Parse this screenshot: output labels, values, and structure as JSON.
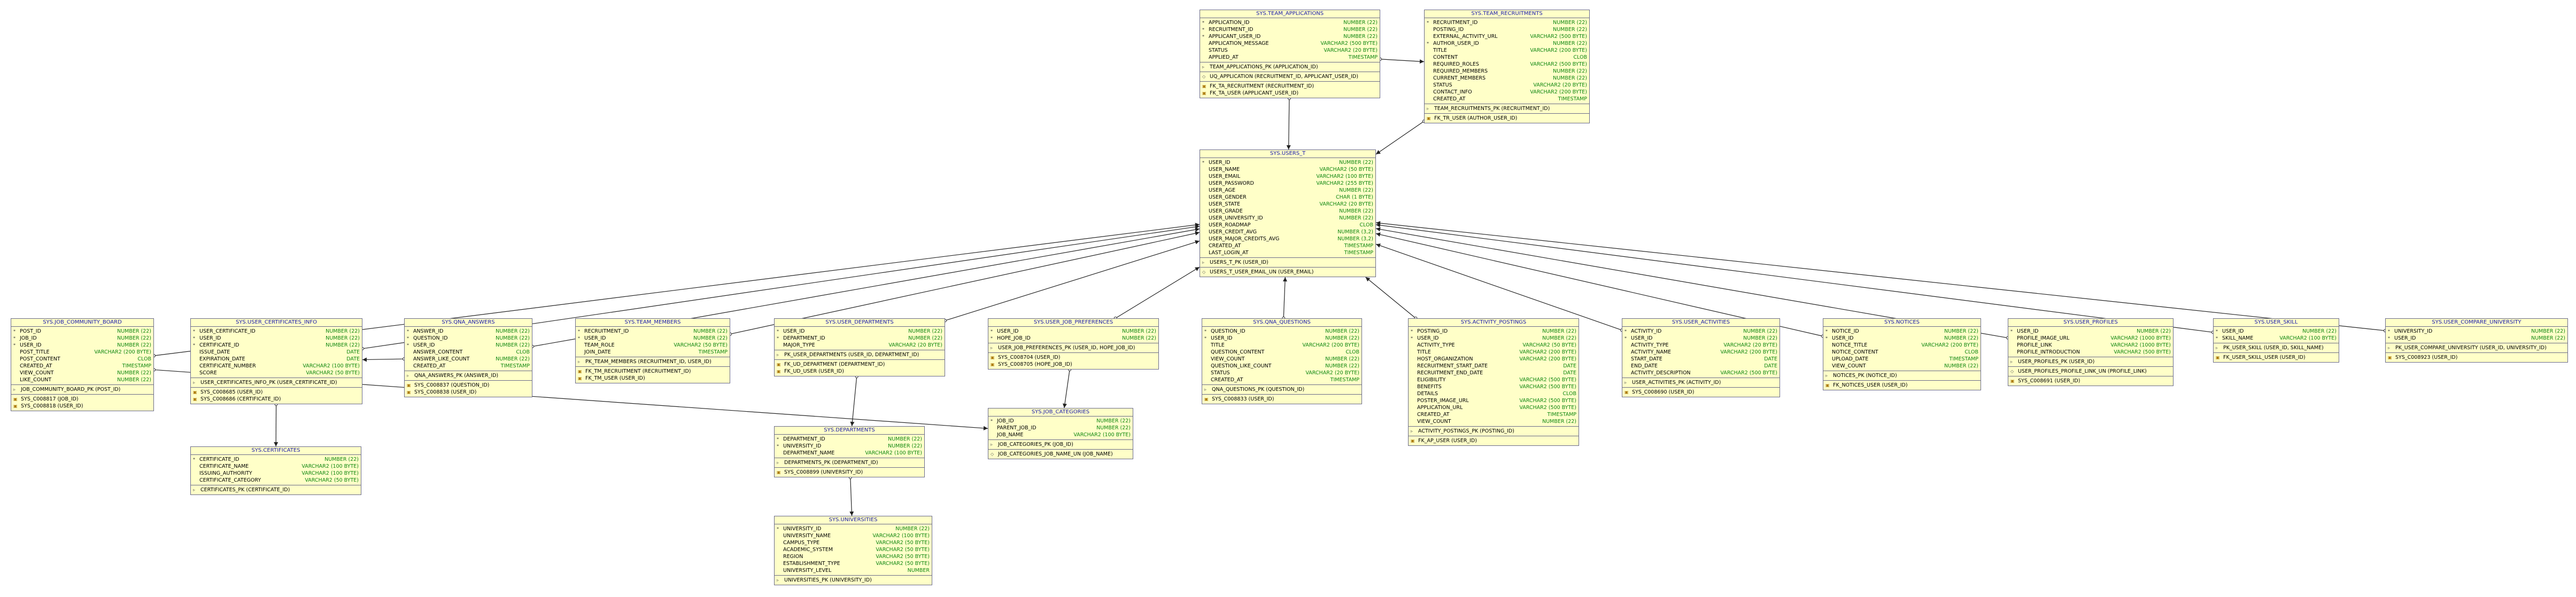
{
  "tables": [
    {
      "id": "sys_team_applications",
      "name": "SYS.TEAM_APPLICATIONS",
      "columns": [
        [
          "P",
          "APPLICATION_ID",
          "NUMBER (22)"
        ],
        [
          "F",
          "RECRUITMENT_ID",
          "NUMBER (22)"
        ],
        [
          "F",
          "APPLICANT_USER_ID",
          "NUMBER (22)"
        ],
        [
          "",
          "APPLICATION_MESSAGE",
          "VARCHAR2 (500 BYTE)"
        ],
        [
          "",
          "STATUS",
          "VARCHAR2 (20 BYTE)"
        ],
        [
          "",
          "APPLIED_AT",
          "TIMESTAMP"
        ]
      ],
      "pks": [
        "TEAM_APPLICATIONS_PK (APPLICATION_ID)"
      ],
      "fks": [
        "FK_TA_RECRUITMENT (RECRUITMENT_ID)",
        "FK_TA_USER (APPLICANT_USER_ID)"
      ],
      "uks": [
        "UQ_APPLICATION (RECRUITMENT_ID, APPLICANT_USER_ID)"
      ],
      "pks2": [
        "UQ_APPLICATION (RECRUITMENT_ID, APPLICANT_USER_ID)"
      ],
      "fkIdx": [
        "FK_TA_RECRUITMENT (RECRUITMENT_ID)",
        "FK_TA_USER (APPLICANT_USER_ID)"
      ],
      "uqIdx": [
        "UQ_APPLICATION (RECRUITMENT_ID, APPLICANT_USER_ID)"
      ]
    },
    {
      "id": "sys_team_recruitments",
      "name": "SYS.TEAM_RECRUITMENTS",
      "columns": [
        [
          "P",
          "RECRUITMENT_ID",
          "NUMBER (22)"
        ],
        [
          "",
          "POSTING_ID",
          "NUMBER (22)"
        ],
        [
          "",
          "EXTERNAL_ACTIVITY_URL",
          "VARCHAR2 (500 BYTE)"
        ],
        [
          "F",
          "AUTHOR_USER_ID",
          "NUMBER (22)"
        ],
        [
          "",
          "TITLE",
          "VARCHAR2 (200 BYTE)"
        ],
        [
          "",
          "CONTENT",
          "CLOB"
        ],
        [
          "",
          "REQUIRED_ROLES",
          "VARCHAR2 (500 BYTE)"
        ],
        [
          "",
          "REQUIRED_MEMBERS",
          "NUMBER (22)"
        ],
        [
          "",
          "CURRENT_MEMBERS",
          "NUMBER (22)"
        ],
        [
          "",
          "STATUS",
          "VARCHAR2 (20 BYTE)"
        ],
        [
          "",
          "CONTACT_INFO",
          "VARCHAR2 (200 BYTE)"
        ],
        [
          "",
          "CREATED_AT",
          "TIMESTAMP"
        ]
      ],
      "pks": [
        "TEAM_RECRUITMENTS_PK (RECRUITMENT_ID)"
      ],
      "fks": [
        "FK_TR_USER (AUTHOR_USER_ID)"
      ]
    },
    {
      "id": "sys_users_t",
      "name": "SYS.USERS_T",
      "columns": [
        [
          "P",
          "USER_ID",
          "NUMBER (22)"
        ],
        [
          "",
          "USER_NAME",
          "VARCHAR2 (50 BYTE)"
        ],
        [
          "",
          "USER_EMAIL",
          "VARCHAR2 (100 BYTE)"
        ],
        [
          "",
          "USER_PASSWORD",
          "VARCHAR2 (255 BYTE)"
        ],
        [
          "",
          "USER_AGE",
          "NUMBER (22)"
        ],
        [
          "",
          "USER_GENDER",
          "CHAR (1 BYTE)"
        ],
        [
          "",
          "USER_STATE",
          "VARCHAR2 (20 BYTE)"
        ],
        [
          "",
          "USER_GRADE",
          "NUMBER (22)"
        ],
        [
          "",
          "USER_UNIVERSITY_ID",
          "NUMBER (22)"
        ],
        [
          "",
          "USER_ROADMAP",
          "CLOB"
        ],
        [
          "",
          "USER_CREDIT_AVG",
          "NUMBER (3,2)"
        ],
        [
          "",
          "USER_MAJOR_CREDITS_AVG",
          "NUMBER (3,2)"
        ],
        [
          "",
          "CREATED_AT",
          "TIMESTAMP"
        ],
        [
          "",
          "LAST_LOGIN_AT",
          "TIMESTAMP"
        ]
      ],
      "pks": [
        "USERS_T_PK (USER_ID)"
      ],
      "uks": [
        "USERS_T_USER_EMAIL_UN (USER_EMAIL)"
      ]
    },
    {
      "id": "sys_job_community_board",
      "name": "SYS.JOB_COMMUNITY_BOARD",
      "columns": [
        [
          "P",
          "POST_ID",
          "NUMBER (22)"
        ],
        [
          "F",
          "JOB_ID",
          "NUMBER (22)"
        ],
        [
          "F",
          "USER_ID",
          "NUMBER (22)"
        ],
        [
          "",
          "POST_TITLE",
          "VARCHAR2 (200 BYTE)"
        ],
        [
          "",
          "POST_CONTENT",
          "CLOB"
        ],
        [
          "",
          "CREATED_AT",
          "TIMESTAMP"
        ],
        [
          "",
          "VIEW_COUNT",
          "NUMBER (22)"
        ],
        [
          "",
          "LIKE_COUNT",
          "NUMBER (22)"
        ]
      ],
      "pks": [
        "JOB_COMMUNITY_BOARD_PK (POST_ID)"
      ],
      "fks": [
        "SYS_C008817 (JOB_ID)",
        "SYS_C008818 (USER_ID)"
      ]
    },
    {
      "id": "sys_user_certificates_info",
      "name": "SYS.USER_CERTIFICATES_INFO",
      "columns": [
        [
          "P",
          "USER_CERTIFICATE_ID",
          "NUMBER (22)"
        ],
        [
          "F",
          "USER_ID",
          "NUMBER (22)"
        ],
        [
          "F",
          "CERTIFICATE_ID",
          "NUMBER (22)"
        ],
        [
          "",
          "ISSUE_DATE",
          "DATE"
        ],
        [
          "",
          "EXPIRATION_DATE",
          "DATE"
        ],
        [
          "",
          "CERTIFICATE_NUMBER",
          "VARCHAR2 (100 BYTE)"
        ],
        [
          "",
          "SCORE",
          "VARCHAR2 (50 BYTE)"
        ]
      ],
      "pks": [
        "USER_CERTIFICATES_INFO_PK (USER_CERTIFICATE_ID)"
      ],
      "fks": [
        "SYS_C008685 (USER_ID)",
        "SYS_C008686 (CERTIFICATE_ID)"
      ]
    },
    {
      "id": "sys_qna_answers",
      "name": "SYS.QNA_ANSWERS",
      "columns": [
        [
          "P",
          "ANSWER_ID",
          "NUMBER (22)"
        ],
        [
          "F",
          "QUESTION_ID",
          "NUMBER (22)"
        ],
        [
          "F",
          "USER_ID",
          "NUMBER (22)"
        ],
        [
          "",
          "ANSWER_CONTENT",
          "CLOB"
        ],
        [
          "",
          "ANSWER_LIKE_COUNT",
          "NUMBER (22)"
        ],
        [
          "",
          "CREATED_AT",
          "TIMESTAMP"
        ]
      ],
      "pks": [
        "QNA_ANSWERS_PK (ANSWER_ID)"
      ],
      "fks": [
        "SYS_C008837 (QUESTION_ID)",
        "SYS_C008838 (USER_ID)"
      ]
    },
    {
      "id": "sys_team_members",
      "name": "SYS.TEAM_MEMBERS",
      "columns": [
        [
          "PF",
          "RECRUITMENT_ID",
          "NUMBER (22)"
        ],
        [
          "PF",
          "USER_ID",
          "NUMBER (22)"
        ],
        [
          "",
          "TEAM_ROLE",
          "VARCHAR2 (50 BYTE)"
        ],
        [
          "",
          "JOIN_DATE",
          "TIMESTAMP"
        ]
      ],
      "pks": [
        "PK_TEAM_MEMBERS (RECRUITMENT_ID, USER_ID)"
      ],
      "fks": [
        "FK_TM_RECRUITMENT (RECRUITMENT_ID)",
        "FK_TM_USER (USER_ID)"
      ],
      "ix": [
        "PK_TEAM_MEMBERS (RECRUITMENT_ID, USER_ID)"
      ]
    },
    {
      "id": "sys_user_departments",
      "name": "SYS.USER_DEPARTMENTS",
      "columns": [
        [
          "PF",
          "USER_ID",
          "NUMBER (22)"
        ],
        [
          "PF",
          "DEPARTMENT_ID",
          "NUMBER (22)"
        ],
        [
          "",
          "MAJOR_TYPE",
          "VARCHAR2 (20 BYTE)"
        ]
      ],
      "pks": [
        "PK_USER_DEPARTMENTS (USER_ID, DEPARTMENT_ID)"
      ],
      "fks": [
        "FK_UD_DEPARTMENT (DEPARTMENT_ID)",
        "FK_UD_USER (USER_ID)"
      ],
      "ix": [
        "PK_USER_DEPARTMENTS (USER_ID, DEPARTMENT_ID)"
      ]
    },
    {
      "id": "sys_user_job_preferences",
      "name": "SYS.USER_JOB_PREFERENCES",
      "columns": [
        [
          "PF",
          "USER_ID",
          "NUMBER (22)"
        ],
        [
          "PF",
          "HOPE_JOB_ID",
          "NUMBER (22)"
        ]
      ],
      "pks": [
        "USER_JOB_PREFERENCES_PK (USER_ID, HOPE_JOB_ID)"
      ],
      "fks": [
        "SYS_C008704 (USER_ID)",
        "SYS_C008705 (HOPE_JOB_ID)"
      ]
    },
    {
      "id": "sys_qna_questions",
      "name": "SYS.QNA_QUESTIONS",
      "columns": [
        [
          "P",
          "QUESTION_ID",
          "NUMBER (22)"
        ],
        [
          "F",
          "USER_ID",
          "NUMBER (22)"
        ],
        [
          "",
          "TITLE",
          "VARCHAR2 (200 BYTE)"
        ],
        [
          "",
          "QUESTION_CONTENT",
          "CLOB"
        ],
        [
          "",
          "VIEW_COUNT",
          "NUMBER (22)"
        ],
        [
          "",
          "QUESTION_LIKE_COUNT",
          "NUMBER (22)"
        ],
        [
          "",
          "STATUS",
          "VARCHAR2 (20 BYTE)"
        ],
        [
          "",
          "CREATED_AT",
          "TIMESTAMP"
        ]
      ],
      "pks": [
        "QNA_QUESTIONS_PK (QUESTION_ID)"
      ],
      "fks": [
        "SYS_C008833 (USER_ID)"
      ]
    },
    {
      "id": "sys_activity_postings",
      "name": "SYS.ACTIVITY_POSTINGS",
      "columns": [
        [
          "P",
          "POSTING_ID",
          "NUMBER (22)"
        ],
        [
          "F",
          "USER_ID",
          "NUMBER (22)"
        ],
        [
          "",
          "ACTIVITY_TYPE",
          "VARCHAR2 (50 BYTE)"
        ],
        [
          "",
          "TITLE",
          "VARCHAR2 (200 BYTE)"
        ],
        [
          "",
          "HOST_ORGANIZATION",
          "VARCHAR2 (200 BYTE)"
        ],
        [
          "",
          "RECRUITMENT_START_DATE",
          "DATE"
        ],
        [
          "",
          "RECRUITMENT_END_DATE",
          "DATE"
        ],
        [
          "",
          "ELIGIBILITY",
          "VARCHAR2 (500 BYTE)"
        ],
        [
          "",
          "BENEFITS",
          "VARCHAR2 (500 BYTE)"
        ],
        [
          "",
          "DETAILS",
          "CLOB"
        ],
        [
          "",
          "POSTER_IMAGE_URL",
          "VARCHAR2 (500 BYTE)"
        ],
        [
          "",
          "APPLICATION_URL",
          "VARCHAR2 (500 BYTE)"
        ],
        [
          "",
          "CREATED_AT",
          "TIMESTAMP"
        ],
        [
          "",
          "VIEW_COUNT",
          "NUMBER (22)"
        ]
      ],
      "pks": [
        "ACTIVITY_POSTINGS_PK (POSTING_ID)"
      ],
      "fks": [
        "FK_AP_USER (USER_ID)"
      ]
    },
    {
      "id": "sys_user_activities",
      "name": "SYS.USER_ACTIVITIES",
      "columns": [
        [
          "P",
          "ACTIVITY_ID",
          "NUMBER (22)"
        ],
        [
          "F",
          "USER_ID",
          "NUMBER (22)"
        ],
        [
          "",
          "ACTIVITY_TYPE",
          "VARCHAR2 (20 BYTE)"
        ],
        [
          "",
          "ACTIVITY_NAME",
          "VARCHAR2 (200 BYTE)"
        ],
        [
          "",
          "START_DATE",
          "DATE"
        ],
        [
          "",
          "END_DATE",
          "DATE"
        ],
        [
          "",
          "ACTIVITY_DESCRIPTION",
          "VARCHAR2 (500 BYTE)"
        ]
      ],
      "pks": [
        "USER_ACTIVITIES_PK (ACTIVITY_ID)"
      ],
      "fks": [
        "SYS_C008690 (USER_ID)"
      ]
    },
    {
      "id": "sys_notices",
      "name": "SYS.NOTICES",
      "columns": [
        [
          "P",
          "NOTICE_ID",
          "NUMBER (22)"
        ],
        [
          "F",
          "USER_ID",
          "NUMBER (22)"
        ],
        [
          "",
          "NOTICE_TITLE",
          "VARCHAR2 (200 BYTE)"
        ],
        [
          "",
          "NOTICE_CONTENT",
          "CLOB"
        ],
        [
          "",
          "UPLOAD_DATE",
          "TIMESTAMP"
        ],
        [
          "",
          "VIEW_COUNT",
          "NUMBER (22)"
        ]
      ],
      "pks": [
        "NOTICES_PK (NOTICE_ID)"
      ],
      "fks": [
        "FK_NOTICES_USER (USER_ID)"
      ]
    },
    {
      "id": "sys_user_profiles",
      "name": "SYS.USER_PROFILES",
      "columns": [
        [
          "PF",
          "USER_ID",
          "NUMBER (22)"
        ],
        [
          "",
          "PROFILE_IMAGE_URL",
          "VARCHAR2 (1000 BYTE)"
        ],
        [
          "U",
          "PROFILE_LINK",
          "VARCHAR2 (1000 BYTE)"
        ],
        [
          "",
          "PROFILE_INTRODUCTION",
          "VARCHAR2 (500 BYTE)"
        ]
      ],
      "pks": [
        "USER_PROFILES_PK (USER_ID)"
      ],
      "uks": [
        "USER_PROFILES_PROFILE_LINK_UN (PROFILE_LINK)"
      ],
      "fks": [
        "SYS_C008691 (USER_ID)"
      ]
    },
    {
      "id": "sys_user_skill",
      "name": "SYS.USER_SKILL",
      "columns": [
        [
          "PF",
          "USER_ID",
          "NUMBER (22)"
        ],
        [
          "P",
          "SKILL_NAME",
          "VARCHAR2 (100 BYTE)"
        ]
      ],
      "pks": [
        "PK_USER_SKILL (USER_ID, SKILL_NAME)"
      ],
      "fks": [
        "FK_USER_SKILL_USER (USER_ID)"
      ],
      "ix": [
        "PK_USER_SKILL (USER_ID, SKILL_NAME)"
      ]
    },
    {
      "id": "sys_user_compare_university",
      "name": "SYS.USER_COMPARE_UNIVERSITY",
      "columns": [
        [
          "PF",
          "UNIVERSITY_ID",
          "NUMBER (22)"
        ],
        [
          "PF",
          "USER_ID",
          "NUMBER (22)"
        ]
      ],
      "pks": [
        "PK_USER_COMPARE_UNIVERSITY (USER_ID, UNIVERSITY_ID)"
      ],
      "fks": [
        "SYS_C008923 (USER_ID)"
      ],
      "ix": [
        "PK_USER_COMPARE_UNIVERSITY (USER_ID, UNIVERSITY_ID)"
      ]
    },
    {
      "id": "sys_certificates",
      "name": "SYS.CERTIFICATES",
      "columns": [
        [
          "P",
          "CERTIFICATE_ID",
          "NUMBER (22)"
        ],
        [
          "",
          "CERTIFICATE_NAME",
          "VARCHAR2 (100 BYTE)"
        ],
        [
          "",
          "ISSUING_AUTHORITY",
          "VARCHAR2 (100 BYTE)"
        ],
        [
          "",
          "CERTIFICATE_CATEGORY",
          "VARCHAR2 (50 BYTE)"
        ]
      ],
      "pks": [
        "CERTIFICATES_PK (CERTIFICATE_ID)"
      ]
    },
    {
      "id": "sys_departments",
      "name": "SYS.DEPARTMENTS",
      "columns": [
        [
          "P",
          "DEPARTMENT_ID",
          "NUMBER (22)"
        ],
        [
          "F",
          "UNIVERSITY_ID",
          "NUMBER (22)"
        ],
        [
          "",
          "DEPARTMENT_NAME",
          "VARCHAR2 (100 BYTE)"
        ]
      ],
      "pks": [
        "DEPARTMENTS_PK (DEPARTMENT_ID)"
      ],
      "fks": [
        "SYS_C008899 (UNIVERSITY_ID)"
      ]
    },
    {
      "id": "sys_job_categories",
      "name": "SYS.JOB_CATEGORIES",
      "columns": [
        [
          "P",
          "JOB_ID",
          "NUMBER (22)"
        ],
        [
          "",
          "PARENT_JOB_ID",
          "NUMBER (22)"
        ],
        [
          "U",
          "JOB_NAME",
          "VARCHAR2 (100 BYTE)"
        ]
      ],
      "pks": [
        "JOB_CATEGORIES_PK (JOB_ID)"
      ],
      "uks": [
        "JOB_CATEGORIES_JOB_NAME_UN (JOB_NAME)"
      ]
    },
    {
      "id": "sys_universities",
      "name": "SYS.UNIVERSITIES",
      "columns": [
        [
          "P",
          "UNIVERSITY_ID",
          "NUMBER (22)"
        ],
        [
          "",
          "UNIVERSITY_NAME",
          "VARCHAR2 (100 BYTE)"
        ],
        [
          "",
          "CAMPUS_TYPE",
          "VARCHAR2 (50 BYTE)"
        ],
        [
          "",
          "ACADEMIC_SYSTEM",
          "VARCHAR2 (50 BYTE)"
        ],
        [
          "",
          "REGION",
          "VARCHAR2 (50 BYTE)"
        ],
        [
          "",
          "ESTABLISHMENT_TYPE",
          "VARCHAR2 (50 BYTE)"
        ],
        [
          "",
          "UNIVERSITY_LEVEL",
          "NUMBER"
        ]
      ],
      "pks": [
        "UNIVERSITIES_PK (UNIVERSITY_ID)"
      ]
    }
  ],
  "colors": {
    "table_fill": "#ffffc8",
    "table_border": "#6a6a8a",
    "title": "#1a1aaa",
    "type": "#118811",
    "edge": "#222222"
  }
}
